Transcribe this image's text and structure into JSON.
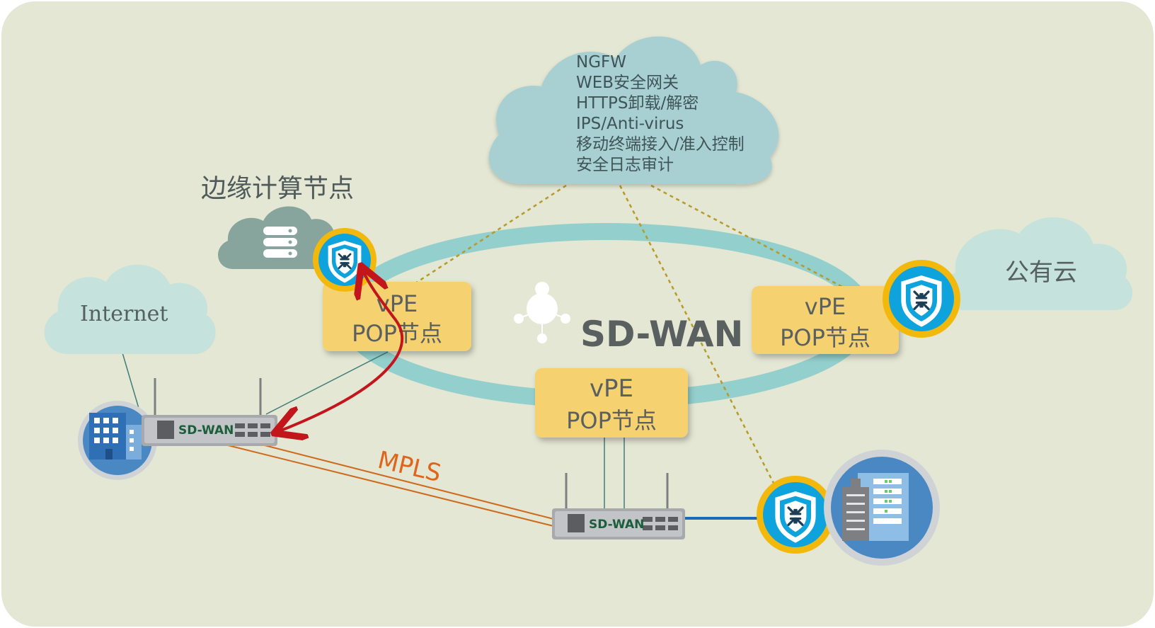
{
  "colors": {
    "background": "#e3e7d3",
    "ring": "#93cfcc",
    "pop_box": "#f6d170",
    "cloud_security": "#a8d0d3",
    "cloud_plain": "#c6e2dc",
    "cloud_edge": "#8aa8a0",
    "dotted_link": "#b69a2a",
    "mpls": "#cf6a1c",
    "red_arrow": "#c3161c",
    "security_badge_ring": "#f2b90c",
    "security_badge_fill": "#0ea3dc"
  },
  "security_cloud": {
    "lines": [
      "NGFW",
      "WEB安全网关",
      "HTTPS卸载/解密",
      "IPS/Anti-virus",
      "移动终端接入/准入控制",
      "安全日志审计"
    ]
  },
  "edge_compute": {
    "label": "边缘计算节点",
    "icon": "server-stack-icon"
  },
  "public_cloud": {
    "label": "公有云"
  },
  "internet_cloud": {
    "label": "Internet"
  },
  "sdwan": {
    "label": "SD-WAN",
    "icon": "network-hub-icon"
  },
  "pop_nodes": [
    {
      "line1": "vPE",
      "line2": "POP节点"
    },
    {
      "line1": "vPE",
      "line2": "POP节点"
    },
    {
      "line1": "vPE",
      "line2": "POP节点"
    }
  ],
  "routers": [
    {
      "label": "SD-WAN"
    },
    {
      "label": "SD-WAN"
    }
  ],
  "mpls": {
    "label": "MPLS"
  },
  "icons": [
    "shield-arrows-icon",
    "office-building-icon",
    "datacenter-icon",
    "server-stack-icon",
    "network-hub-icon"
  ]
}
